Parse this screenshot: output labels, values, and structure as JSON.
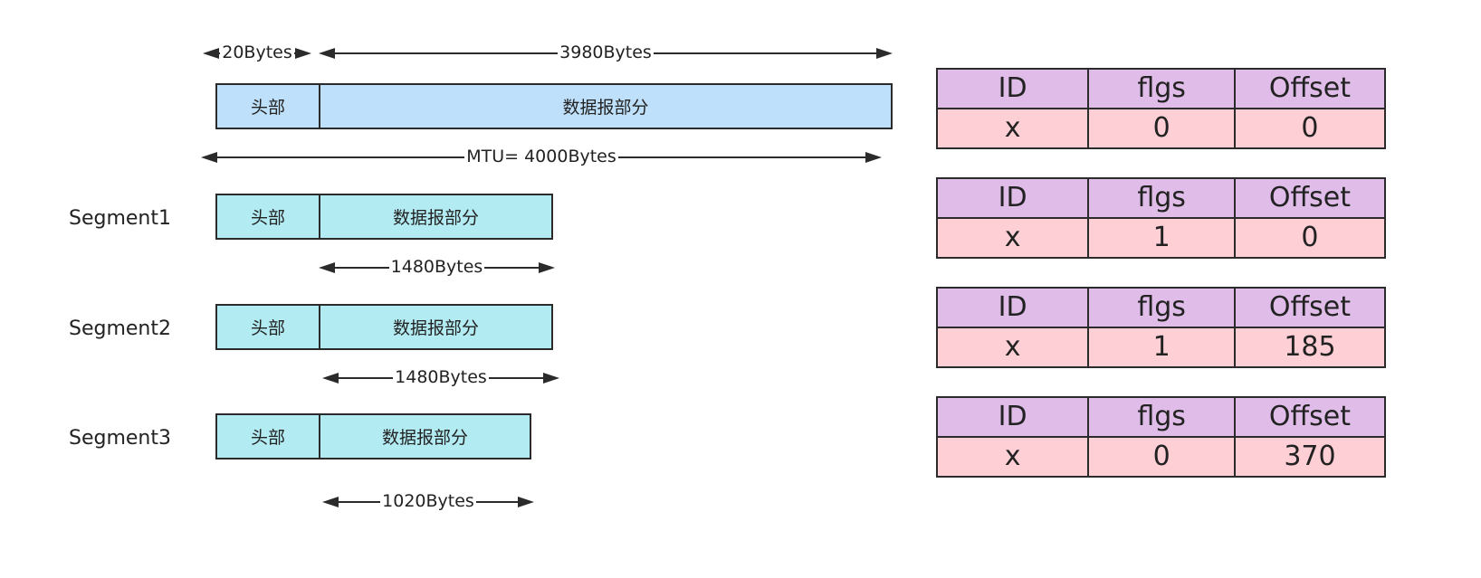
{
  "dimensions": {
    "header_bytes": "20Bytes",
    "data_bytes": "3980Bytes",
    "mtu": "MTU= 4000Bytes",
    "seg1_bytes": "1480Bytes",
    "seg2_bytes": "1480Bytes",
    "seg3_bytes": "1020Bytes"
  },
  "packet": {
    "header": "头部",
    "data": "数据报部分"
  },
  "segments": [
    {
      "label": "Segment1",
      "header": "头部",
      "data": "数据报部分"
    },
    {
      "label": "Segment2",
      "header": "头部",
      "data": "数据报部分"
    },
    {
      "label": "Segment3",
      "header": "头部",
      "data": "数据报部分"
    }
  ],
  "tables": [
    {
      "headers": [
        "ID",
        "flgs",
        "Offset"
      ],
      "values": [
        "x",
        "0",
        "0"
      ]
    },
    {
      "headers": [
        "ID",
        "flgs",
        "Offset"
      ],
      "values": [
        "x",
        "1",
        "0"
      ]
    },
    {
      "headers": [
        "ID",
        "flgs",
        "Offset"
      ],
      "values": [
        "x",
        "1",
        "185"
      ]
    },
    {
      "headers": [
        "ID",
        "flgs",
        "Offset"
      ],
      "values": [
        "x",
        "0",
        "370"
      ]
    }
  ]
}
